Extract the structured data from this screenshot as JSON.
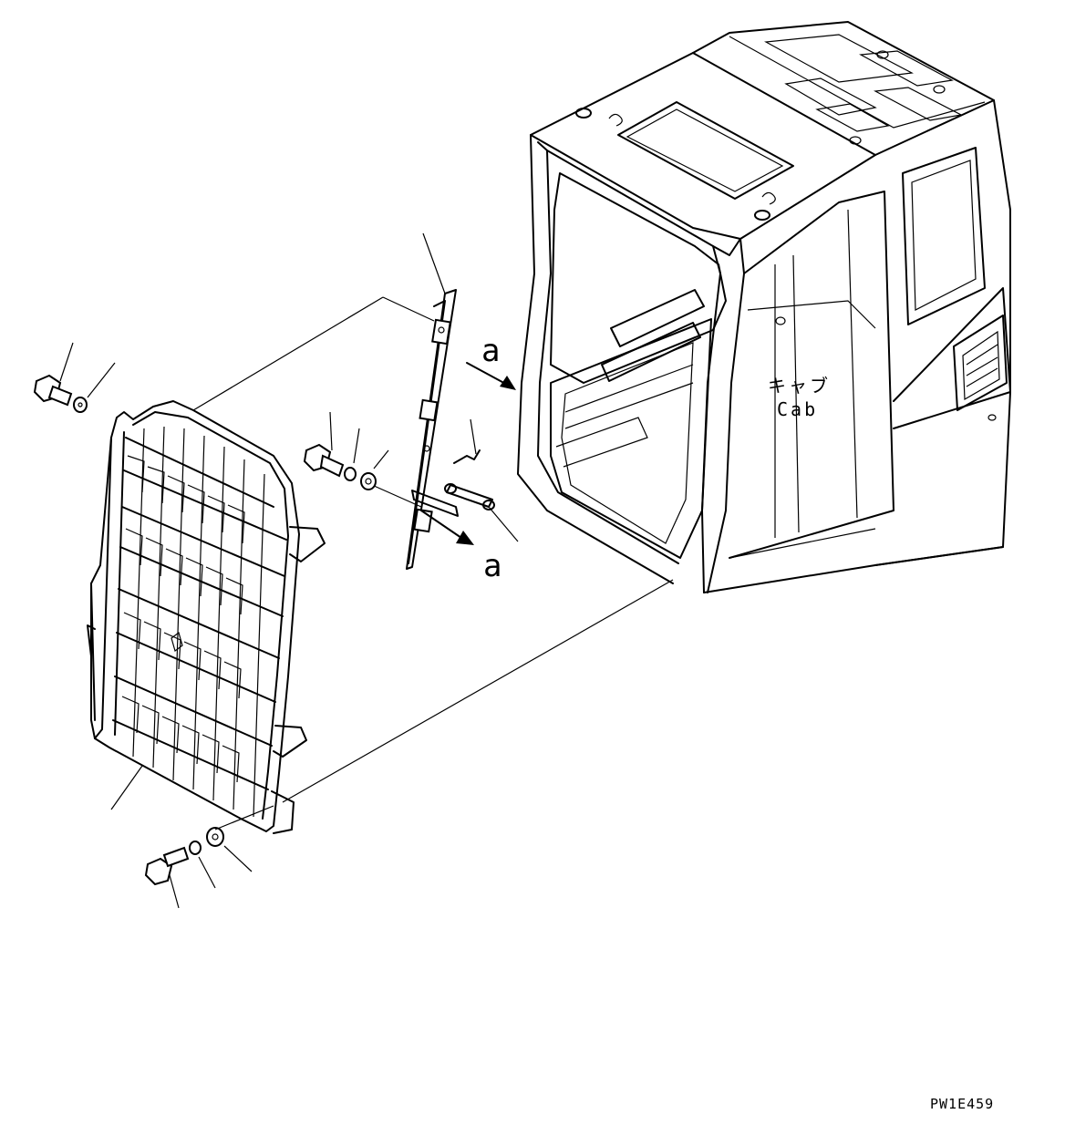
{
  "diagram": {
    "reference_labels": {
      "arrow_top": "a",
      "arrow_bottom": "a"
    },
    "cab_label_japanese": "キャブ",
    "cab_label_english": "Cab",
    "drawing_code": "PW1E459"
  }
}
